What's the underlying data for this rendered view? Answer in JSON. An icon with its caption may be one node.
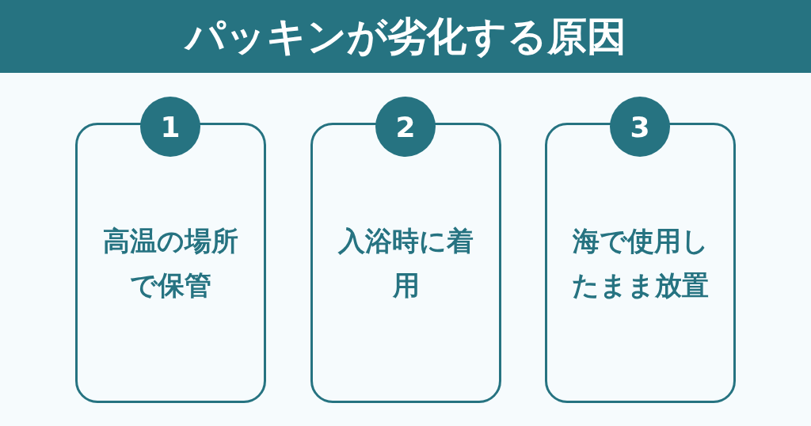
{
  "diagram": {
    "title": "パッキンが劣化する原因",
    "nodes": [
      {
        "text": [
          "1"
        ]
      },
      {
        "text": [
          "高温の場所で保管"
        ]
      },
      {
        "text": [
          "2"
        ]
      },
      {
        "text": [
          "入浴時に着用"
        ]
      },
      {
        "text": [
          "3"
        ]
      },
      {
        "text": [
          "海で使用したまま放置"
        ]
      }
    ],
    "edges": []
  }
}
